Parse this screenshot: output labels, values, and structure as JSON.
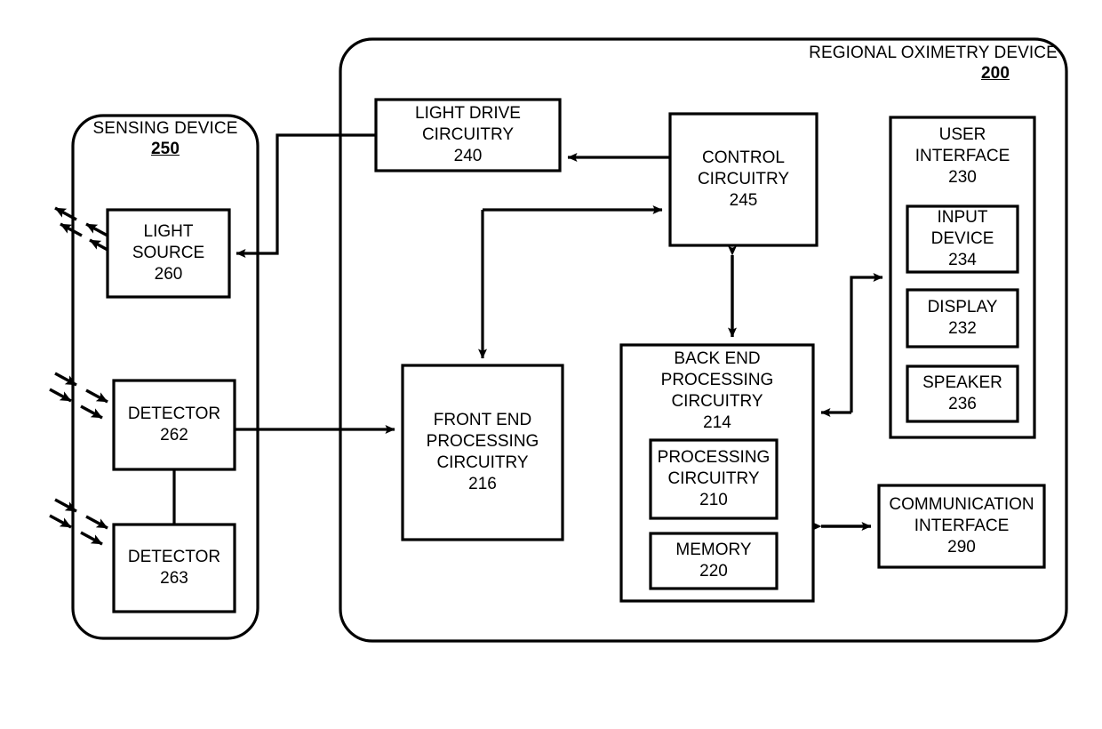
{
  "figure": {
    "device_title": "REGIONAL OXIMETRY DEVICE",
    "device_number": "200",
    "sensing_title": "SENSING DEVICE",
    "sensing_number": "250"
  },
  "blocks": {
    "light_source": {
      "line1": "LIGHT",
      "line2": "SOURCE",
      "number": "260"
    },
    "detector_262": {
      "line1": "DETECTOR",
      "number": "262"
    },
    "detector_263": {
      "line1": "DETECTOR",
      "number": "263"
    },
    "light_drive": {
      "line1": "LIGHT DRIVE",
      "line2": "CIRCUITRY",
      "number": "240"
    },
    "control": {
      "line1": "CONTROL",
      "line2": "CIRCUITRY",
      "number": "245"
    },
    "front_end": {
      "line1": "FRONT END",
      "line2": "PROCESSING",
      "line3": "CIRCUITRY",
      "number": "216"
    },
    "back_end": {
      "line1": "BACK END",
      "line2": "PROCESSING",
      "line3": "CIRCUITRY",
      "number": "214"
    },
    "processing": {
      "line1": "PROCESSING",
      "line2": "CIRCUITRY",
      "number": "210"
    },
    "memory": {
      "line1": "MEMORY",
      "number": "220"
    },
    "user_interface": {
      "line1": "USER",
      "line2": "INTERFACE",
      "number": "230"
    },
    "input_device": {
      "line1": "INPUT",
      "line2": "DEVICE",
      "number": "234"
    },
    "display": {
      "line1": "DISPLAY",
      "number": "232"
    },
    "speaker": {
      "line1": "SPEAKER",
      "number": "236"
    },
    "communication_interface": {
      "line1": "COMMUNICATION",
      "line2": "INTERFACE",
      "number": "290"
    }
  },
  "colors": {
    "stroke": "#000000",
    "background": "#ffffff"
  }
}
